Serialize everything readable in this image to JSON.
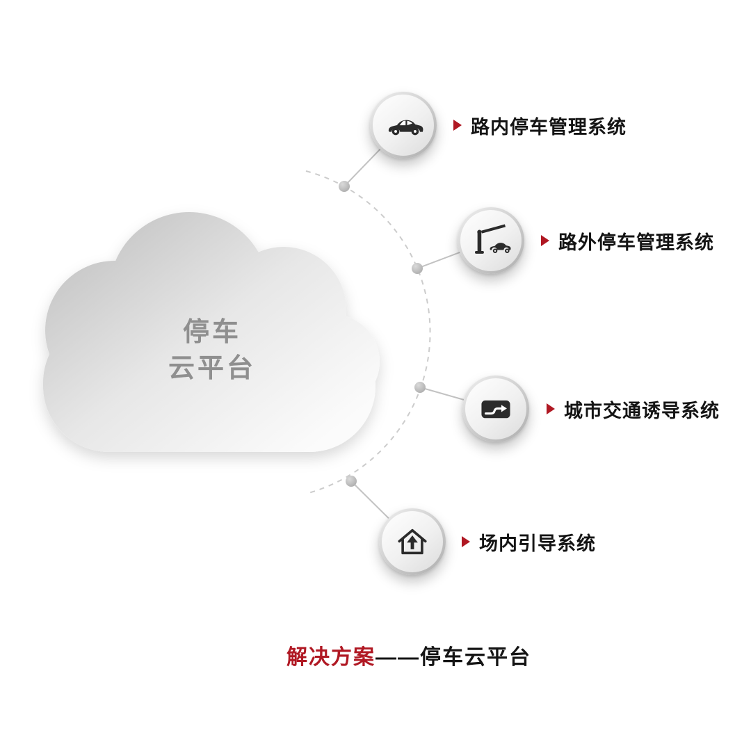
{
  "cloud": {
    "title_line1": "停车",
    "title_line2": "云平台"
  },
  "nodes": [
    {
      "id": "on-street-parking",
      "icon": "car-icon",
      "label": "路内停车管理系统"
    },
    {
      "id": "off-street-parking",
      "icon": "barrier-gate-icon",
      "label": "路外停车管理系统"
    },
    {
      "id": "traffic-guidance",
      "icon": "route-arrow-icon",
      "label": "城市交通诱导系统"
    },
    {
      "id": "indoor-guidance",
      "icon": "home-arrow-icon",
      "label": "场内引导系统"
    }
  ],
  "caption": {
    "highlight": "解决方案",
    "dash": "——",
    "rest": "停车云平台"
  },
  "colors": {
    "accent_red": "#b01823",
    "text_dark": "#141414",
    "cloud_text": "#8f8f8f"
  }
}
